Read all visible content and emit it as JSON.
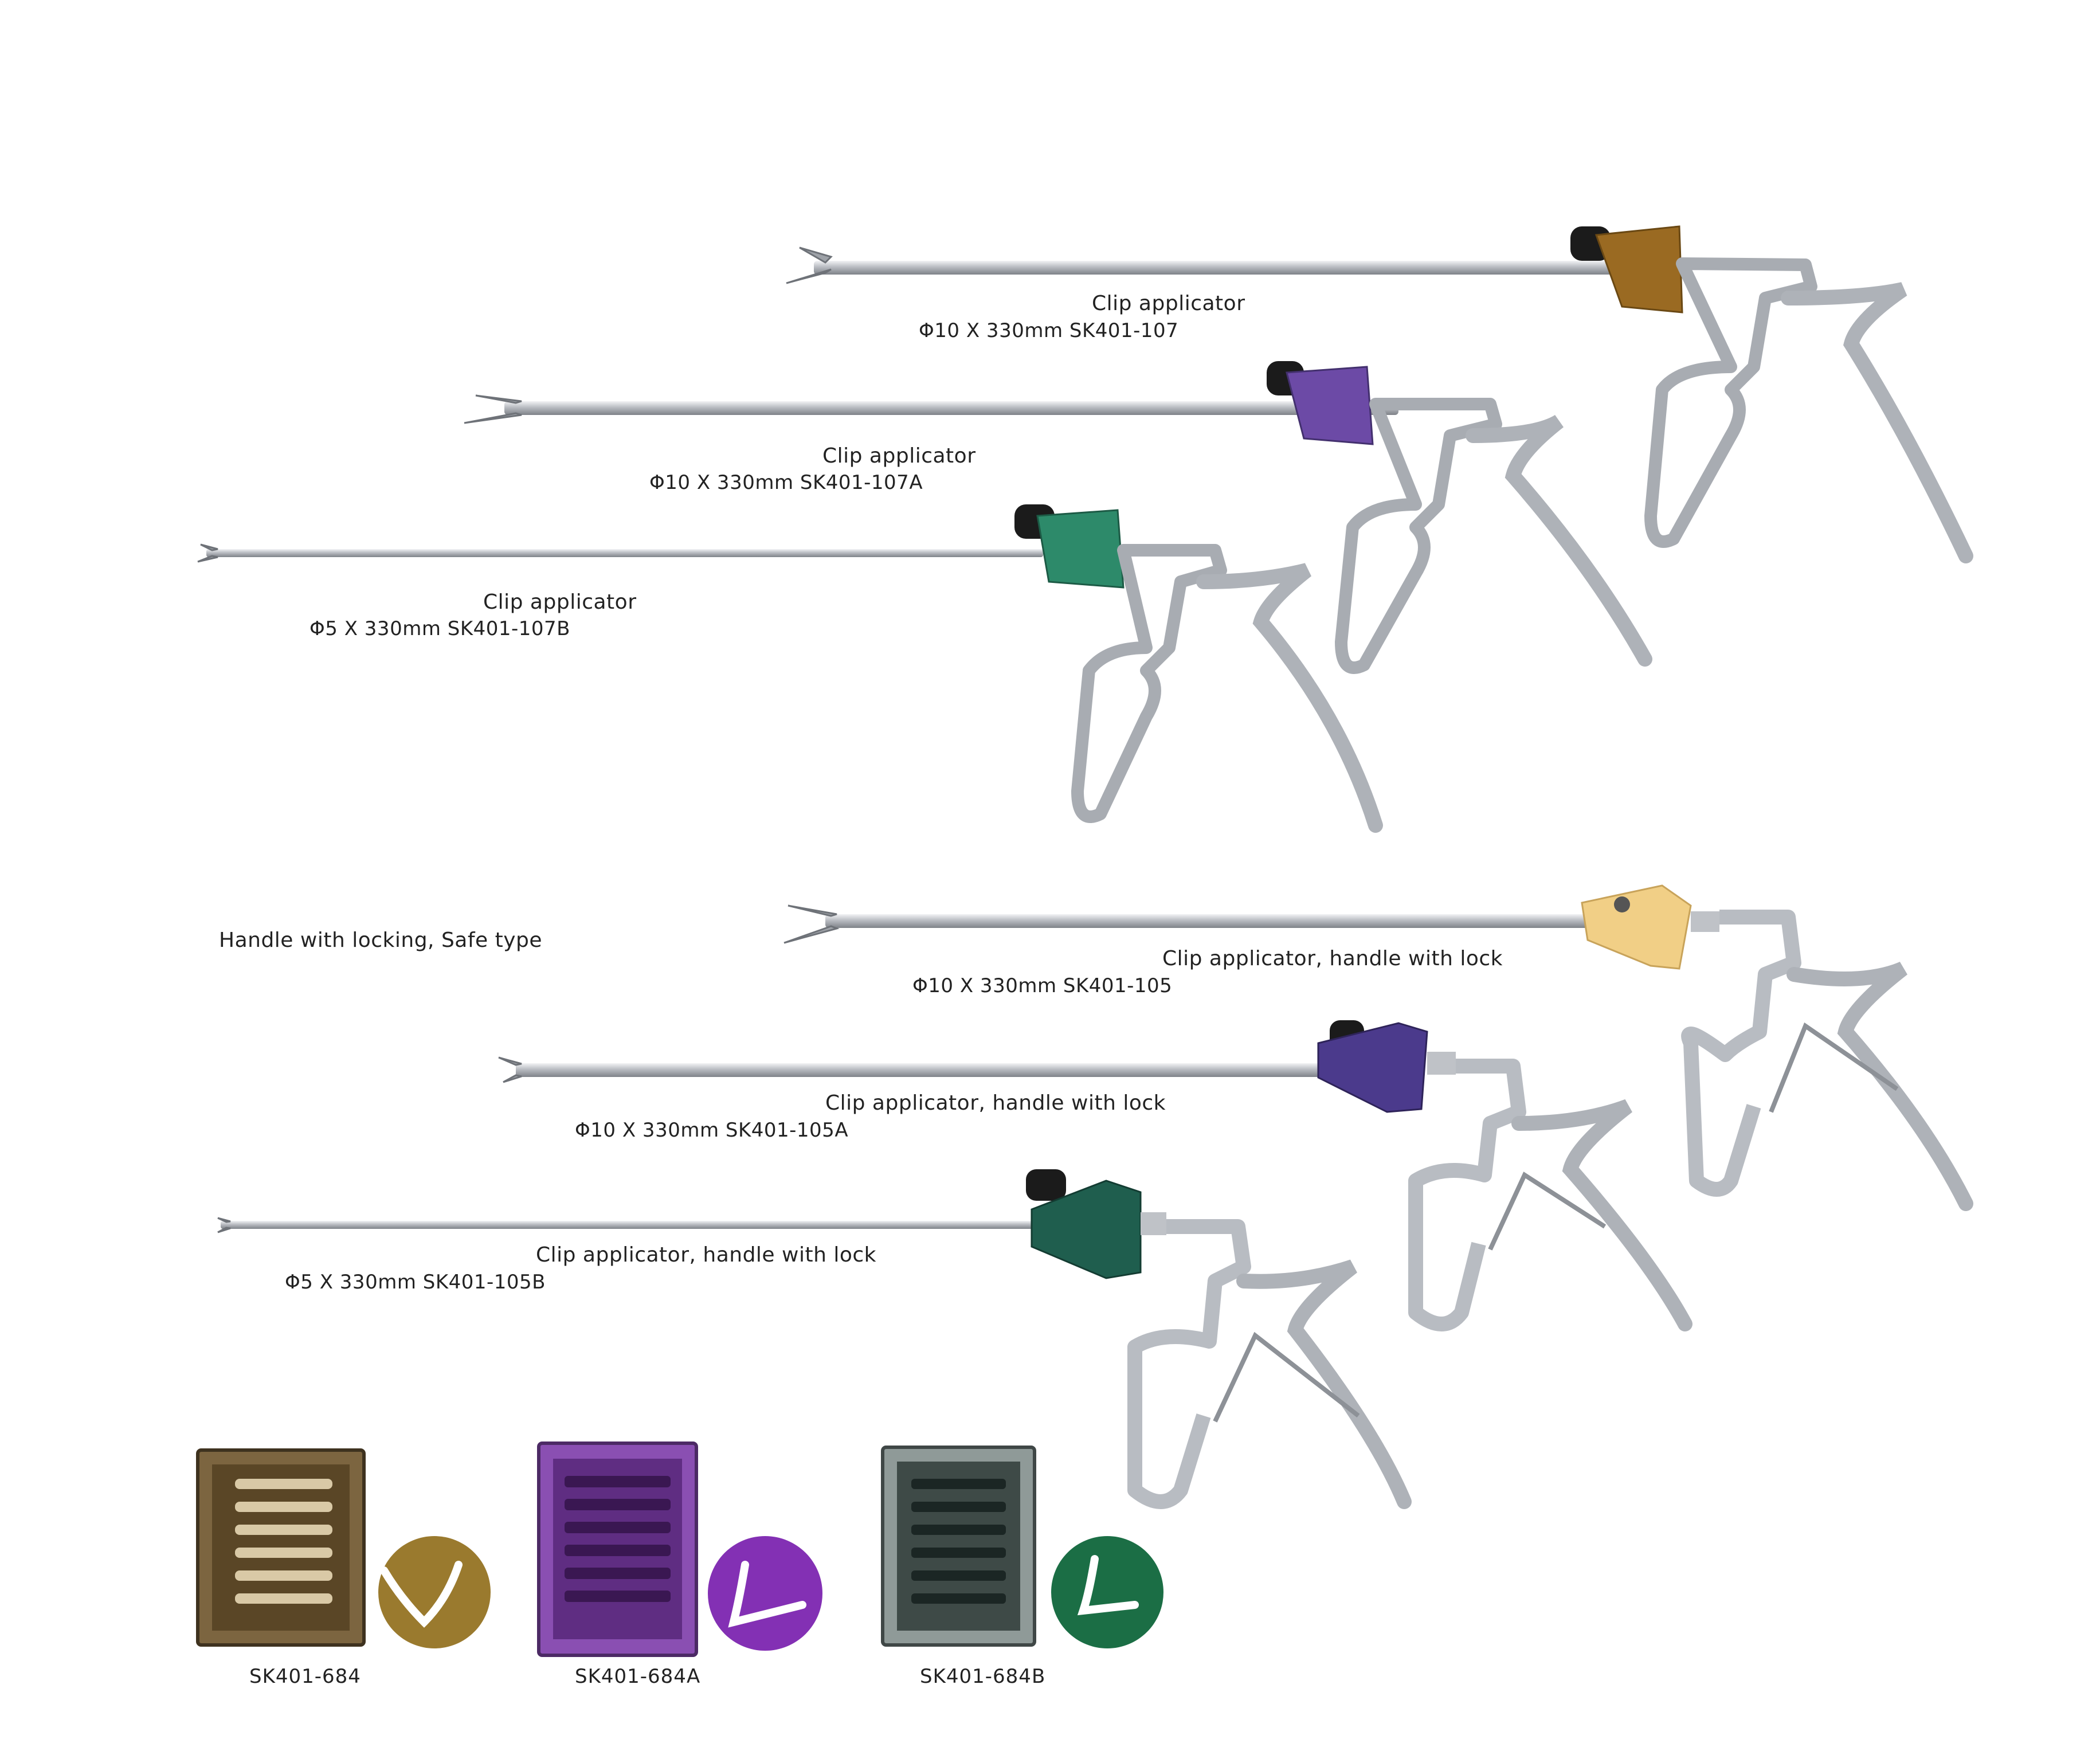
{
  "instruments": [
    {
      "name": "Clip applicator",
      "spec": "Φ10 X 330mm SK401-107",
      "color": "#9a6a22"
    },
    {
      "name": "Clip applicator",
      "spec": "Φ10 X 330mm SK401-107A",
      "color": "#6c4aa6"
    },
    {
      "name": "Clip applicator",
      "spec": "Φ5 X 330mm SK401-107B",
      "color": "#2d8a6a"
    },
    {
      "name": "Clip applicator, handle with lock",
      "spec": "Φ10 X 330mm SK401-105",
      "color": "#f1cf86"
    },
    {
      "name": "Clip applicator, handle with lock",
      "spec": "Φ10 X 330mm SK401-105A",
      "color": "#4b3a8c"
    },
    {
      "name": "Clip applicator, handle with lock",
      "spec": "Φ5 X 330mm SK401-105B",
      "color": "#1f5e4e"
    }
  ],
  "section_label": "Handle with locking, Safe type",
  "cartridges": [
    {
      "code": "SK401-684",
      "color": "#8a6a2e"
    },
    {
      "code": "SK401-684A",
      "color": "#7b3fa8"
    },
    {
      "code": "SK401-684B",
      "color": "#1e6e4a"
    }
  ]
}
